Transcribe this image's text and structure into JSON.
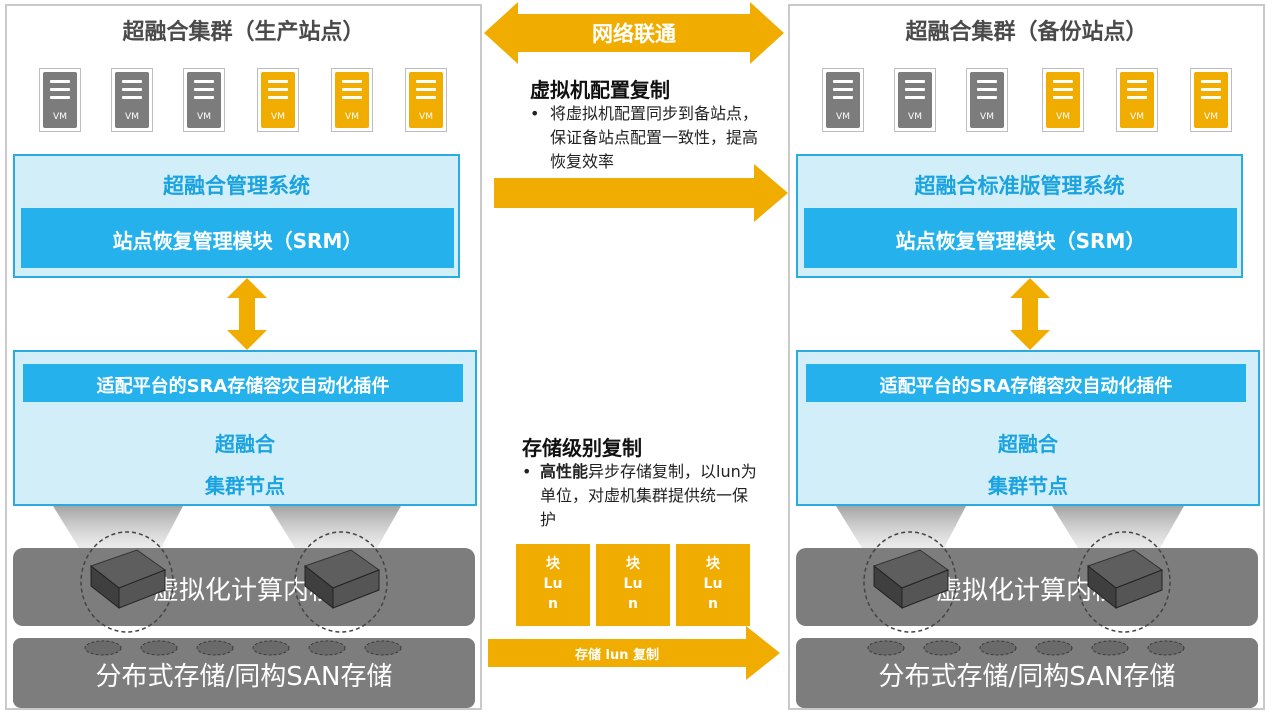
{
  "left_site": {
    "title": "超融合集群（生产站点）",
    "vm_label": "VM",
    "mgmt_title": "超融合管理系统",
    "srm_label": "站点恢复管理模块（SRM）",
    "sra_label": "适配平台的SRA存储容灾自动化插件",
    "node_line1": "超融合",
    "node_line2": "集群节点",
    "kernel_label": "虚拟化计算内核",
    "storage_label": "分布式存储/同构SAN存储"
  },
  "right_site": {
    "title": "超融合集群（备份站点）",
    "vm_label": "VM",
    "mgmt_title": "超融合标准版管理系统",
    "srm_label": "站点恢复管理模块（SRM）",
    "sra_label": "适配平台的SRA存储容灾自动化插件",
    "node_line1": "超融合",
    "node_line2": "集群节点",
    "kernel_label": "虚拟化计算内核",
    "storage_label": "分布式存储/同构SAN存储"
  },
  "network": {
    "label": "网络联通"
  },
  "vm_replication": {
    "title": "虚拟机配置复制",
    "bullet": "将虚拟机配置同步到备站点，保证备站点配置一致性，提高恢复效率"
  },
  "storage_replication": {
    "title": "存储级别复制",
    "bullet_bold": "高性能",
    "bullet_rest": "异步存储复制，以lun为单位，对虚机集群提供统一保护",
    "lun_blocks": [
      "块",
      "Lu",
      "n"
    ],
    "arrow_label": "存储 lun 复制"
  },
  "colors": {
    "accent_orange": "#f0ad00",
    "accent_blue": "#25b2ec",
    "panel_blue": "#d2eef9",
    "gray": "#7d7d7d"
  }
}
